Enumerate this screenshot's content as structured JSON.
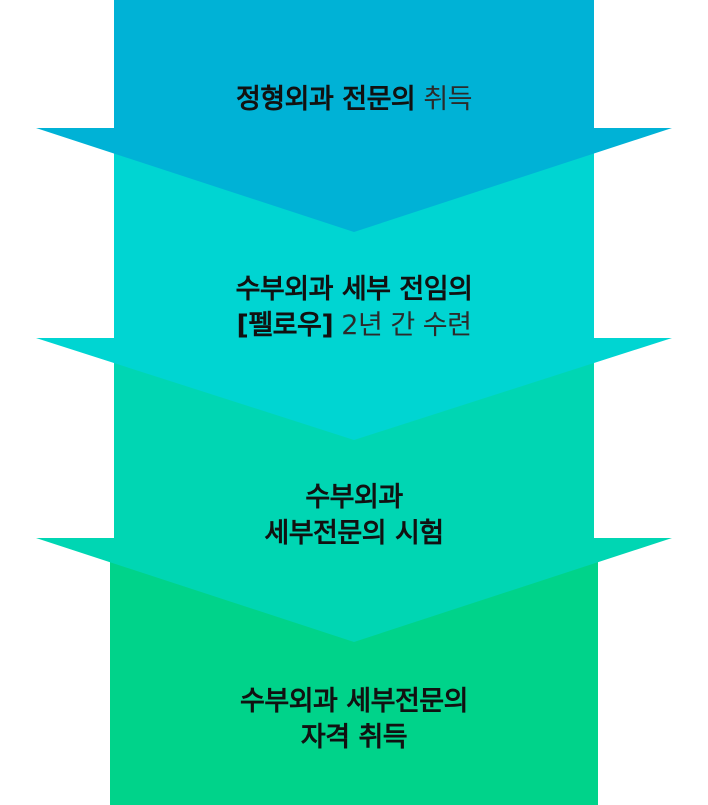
{
  "steps": [
    {
      "lines": [
        {
          "strong": "정형외과 전문의",
          "light": " 취득"
        }
      ]
    },
    {
      "lines": [
        {
          "strong": "수부외과 세부 전임의",
          "light": ""
        },
        {
          "strong": "[펠로우]",
          "light": " 2년 간 수련"
        }
      ]
    },
    {
      "lines": [
        {
          "strong": "수부외과",
          "light": ""
        },
        {
          "strong": "세부전문의 시험",
          "light": ""
        }
      ]
    },
    {
      "lines": [
        {
          "strong": "수부외과 세부전문의",
          "light": ""
        },
        {
          "strong": "자격 취득",
          "light": ""
        }
      ]
    }
  ],
  "colors": {
    "step1": "#00B2D6",
    "step2": "#00D5D2",
    "step3": "#00D6B3",
    "step4": "#00D38A"
  }
}
